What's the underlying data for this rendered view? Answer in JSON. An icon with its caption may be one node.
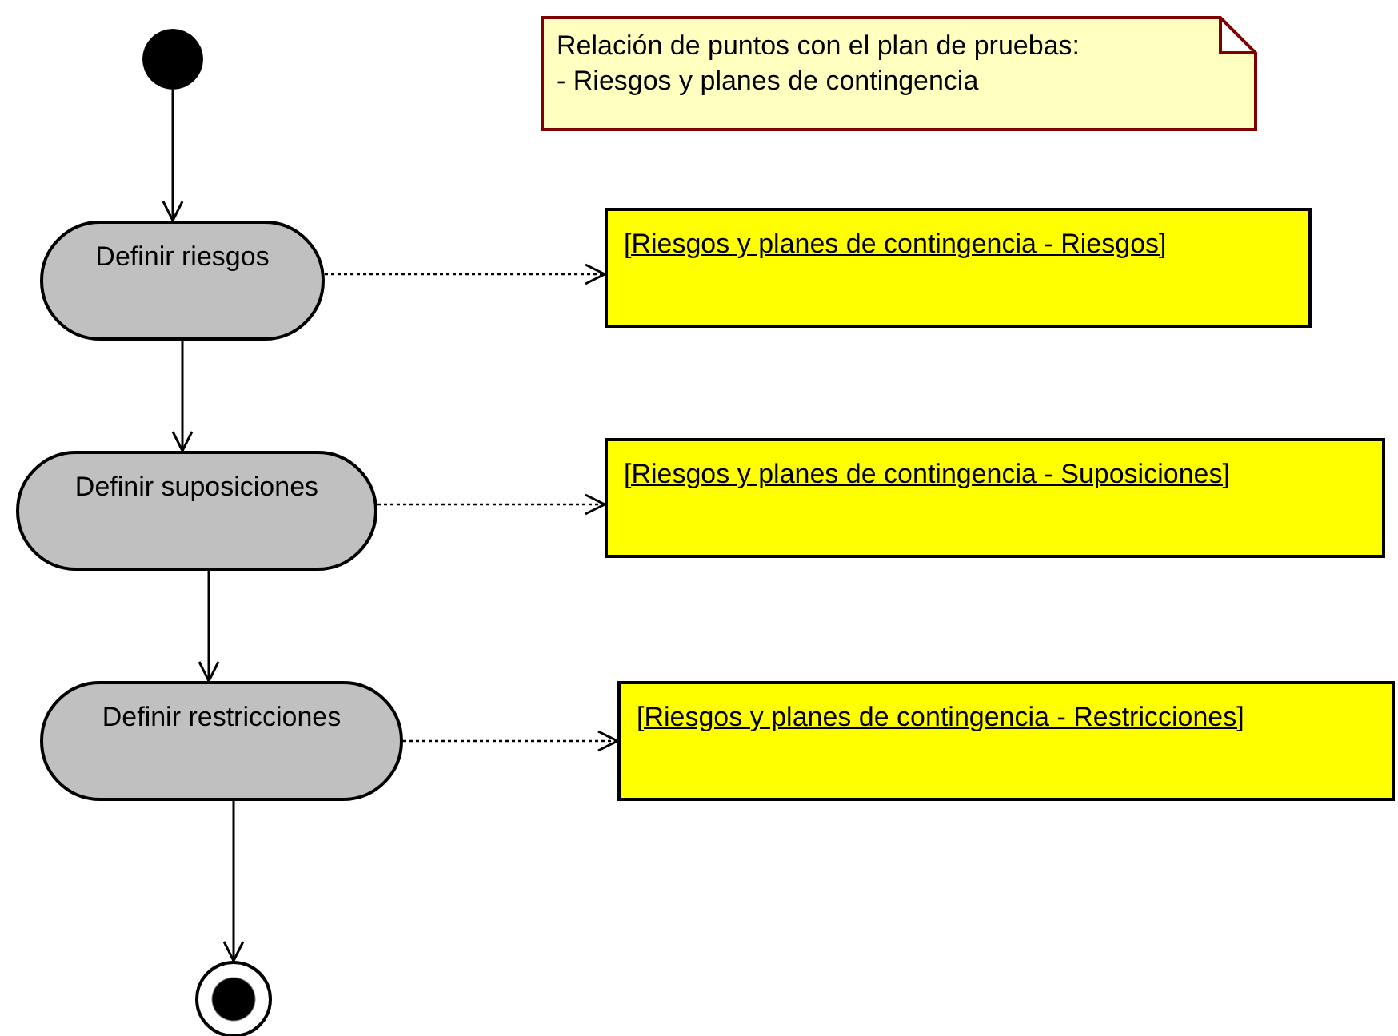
{
  "diagram": {
    "nodes": [
      {
        "text": [],
        "shape": "circle"
      },
      {
        "text": [
          "Relación de puntos con el plan de pruebas:",
          "- Riesgos y planes de contingencia"
        ]
      },
      {
        "text": [
          "Definir riesgos"
        ]
      },
      {
        "text": [
          "[Riesgos y planes de contingencia - Riesgos]"
        ]
      },
      {
        "text": [
          "Definir suposiciones"
        ]
      },
      {
        "text": [
          "[Riesgos y planes de contingencia - Suposiciones]"
        ]
      },
      {
        "text": [
          "Definir restricciones"
        ]
      },
      {
        "text": [
          "[Riesgos y planes de contingencia - Restricciones]"
        ]
      },
      {
        "text": [],
        "shape": "bullseye"
      }
    ],
    "edges": [
      {
        "from": 0,
        "to": 2,
        "arrow": "to"
      },
      {
        "from": 2,
        "to": 3,
        "arrow": "to",
        "style": "dashed"
      },
      {
        "from": 2,
        "to": 4,
        "arrow": "to"
      },
      {
        "from": 4,
        "to": 5,
        "arrow": "to",
        "style": "dashed"
      },
      {
        "from": 4,
        "to": 6,
        "arrow": "to"
      },
      {
        "from": 6,
        "to": 7,
        "arrow": "to",
        "style": "dashed"
      },
      {
        "from": 6,
        "to": 8,
        "arrow": "to"
      }
    ]
  }
}
